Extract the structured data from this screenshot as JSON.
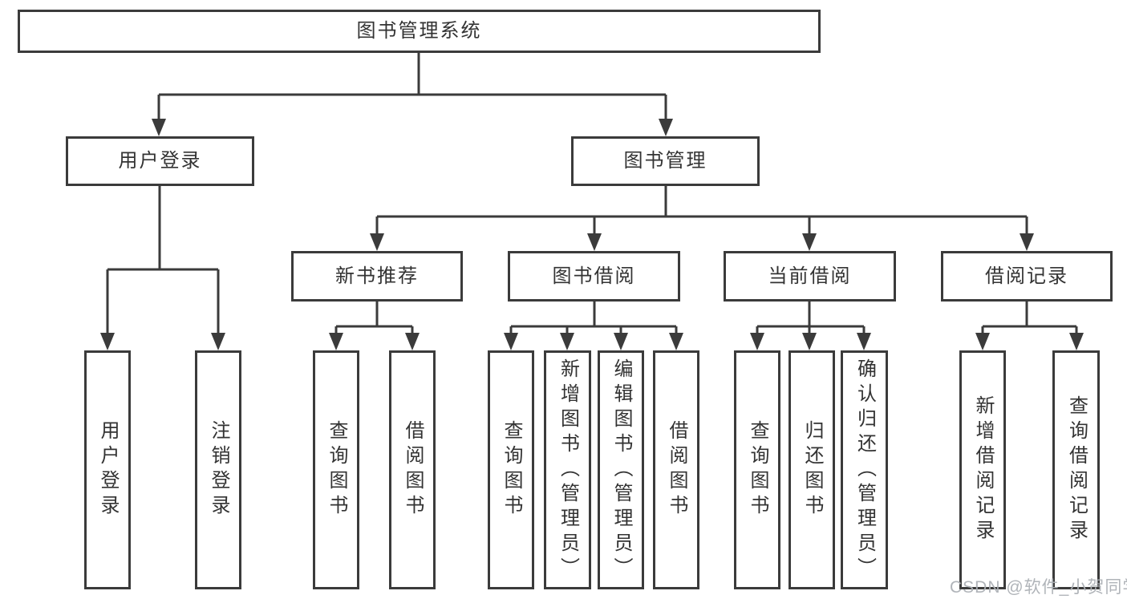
{
  "diagram": {
    "root": {
      "label": "图书管理系统"
    },
    "level2": [
      {
        "label": "用户登录"
      },
      {
        "label": "图书管理"
      }
    ],
    "level3": [
      {
        "label": "新书推荐"
      },
      {
        "label": "图书借阅"
      },
      {
        "label": "当前借阅"
      },
      {
        "label": "借阅记录"
      }
    ],
    "leaves": {
      "login": [
        "用户登录",
        "注销登录"
      ],
      "recommend": [
        "查询图书",
        "借阅图书"
      ],
      "borrow": [
        "查询图书",
        "新增图书（管理员）",
        "编辑图书（管理员）",
        "借阅图书"
      ],
      "current": [
        "查询图书",
        "归还图书",
        "确认归还（管理员）"
      ],
      "records": [
        "新增借阅记录",
        "查询借阅记录"
      ]
    }
  },
  "watermark": "CSDN @软件_小贺同学",
  "colors": {
    "line": "#3b3b3b",
    "text": "#333333",
    "box_fill": "#ffffff",
    "watermark": "#acb0b5"
  }
}
